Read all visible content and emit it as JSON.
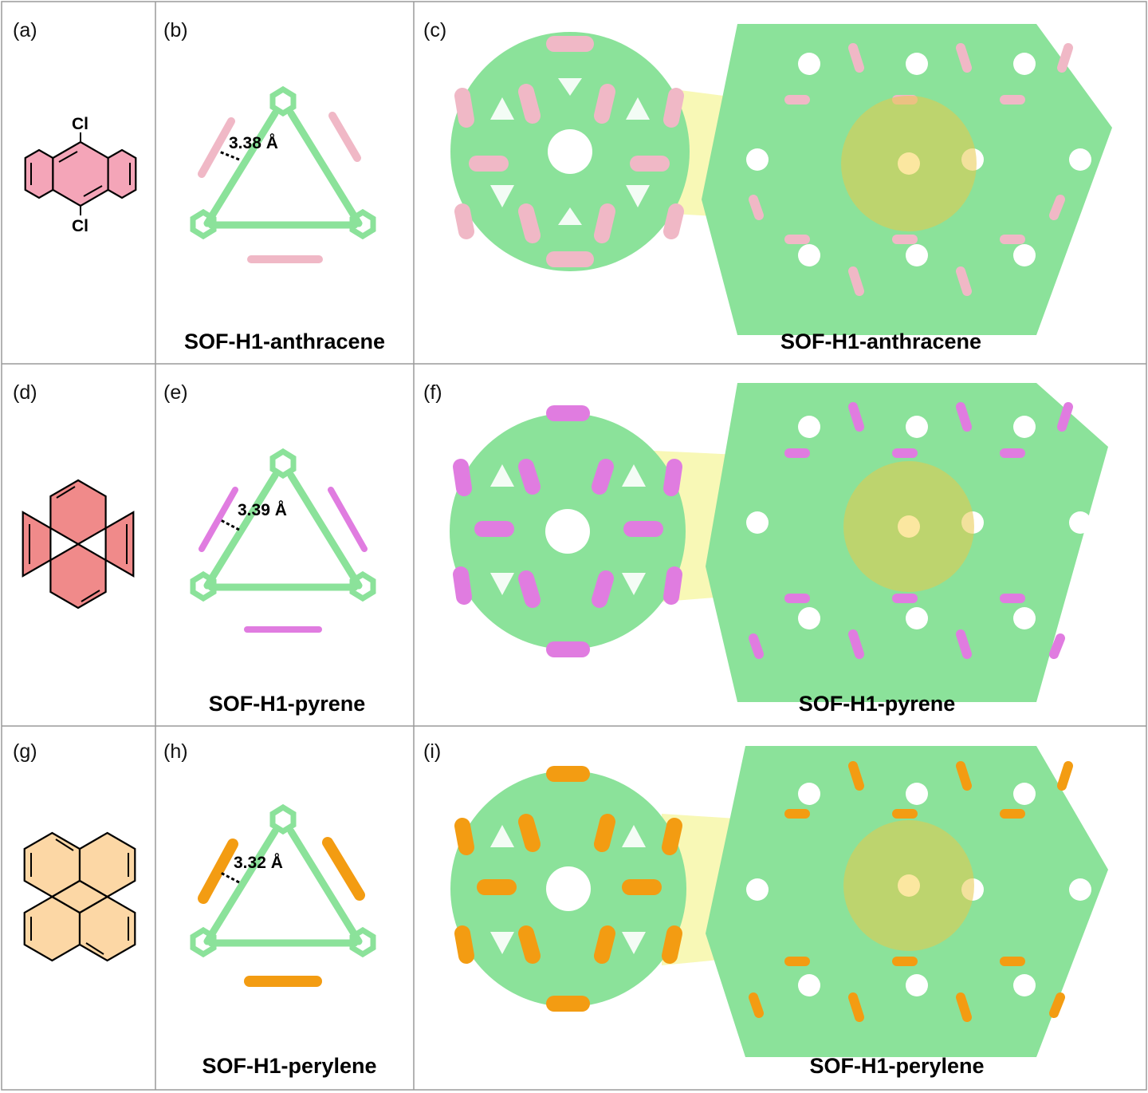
{
  "colors": {
    "framework": "#8be29a",
    "framework_dark": "#5cb870",
    "anthracene_guest": "#f0b8c6",
    "pyrene_guest": "#e07ce0",
    "perylene_guest": "#f39c12",
    "anthracene_molecule": "#f4a5b8",
    "pyrene_molecule": "#f08a8a",
    "perylene_molecule": "#fcd7a5",
    "zoom_cone": "#f2f27a",
    "zoom_circle": "#e8c84a",
    "grid_line": "#9a9a9a"
  },
  "rows": [
    {
      "molecule": {
        "label": "(a)",
        "substituent_top": "Cl",
        "substituent_bottom": "Cl",
        "icon": "dichloroanthracene-structure"
      },
      "unit": {
        "label": "(b)",
        "distance": "3.38 Å",
        "caption": "SOF-H1-anthracene"
      },
      "packing": {
        "label": "(c)",
        "caption": "SOF-H1-anthracene"
      }
    },
    {
      "molecule": {
        "label": "(d)",
        "icon": "pyrene-structure"
      },
      "unit": {
        "label": "(e)",
        "distance": "3.39 Å",
        "caption": "SOF-H1-pyrene"
      },
      "packing": {
        "label": "(f)",
        "caption": "SOF-H1-pyrene"
      }
    },
    {
      "molecule": {
        "label": "(g)",
        "icon": "perylene-structure"
      },
      "unit": {
        "label": "(h)",
        "distance": "3.32 Å",
        "caption": "SOF-H1-perylene"
      },
      "packing": {
        "label": "(i)",
        "caption": "SOF-H1-perylene"
      }
    }
  ]
}
